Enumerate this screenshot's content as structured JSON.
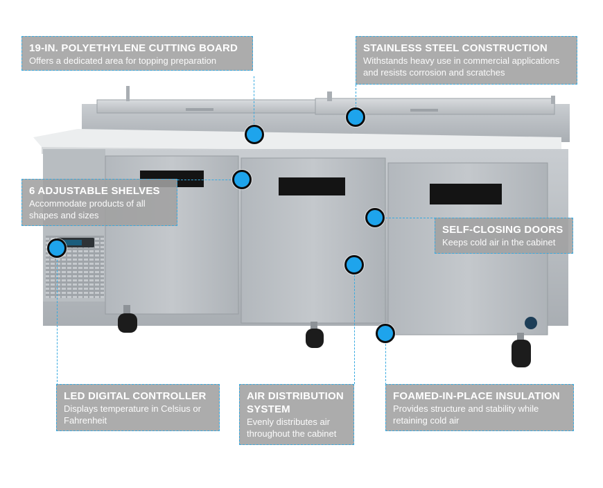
{
  "callouts": {
    "cutting_board": {
      "title": "19-IN. POLYETHYLENE CUTTING BOARD",
      "desc": "Offers a dedicated area for topping preparation"
    },
    "stainless": {
      "title": "STAINLESS STEEL CONSTRUCTION",
      "desc": "Withstands heavy use in commercial applications and resists corrosion and scratches"
    },
    "shelves": {
      "title": "6 ADJUSTABLE SHELVES",
      "desc": "Accommodate products of all shapes and sizes"
    },
    "doors": {
      "title": "SELF-CLOSING DOORS",
      "desc": "Keeps cold air in the cabinet"
    },
    "controller": {
      "title": "LED DIGITAL CONTROLLER",
      "desc": "Displays temperature in Celsius or Fahrenheit"
    },
    "air": {
      "title": "AIR DISTRIBUTION SYSTEM",
      "desc": "Evenly distributes air throughout the cabinet"
    },
    "insulation": {
      "title": "FOAMED-IN-PLACE INSULATION",
      "desc": "Provides structure and stability while retaining cold air"
    }
  },
  "colors": {
    "accent": "#1ea4ec",
    "callout_bg": "#a0a0a0",
    "steel": "#b7bcc1"
  }
}
